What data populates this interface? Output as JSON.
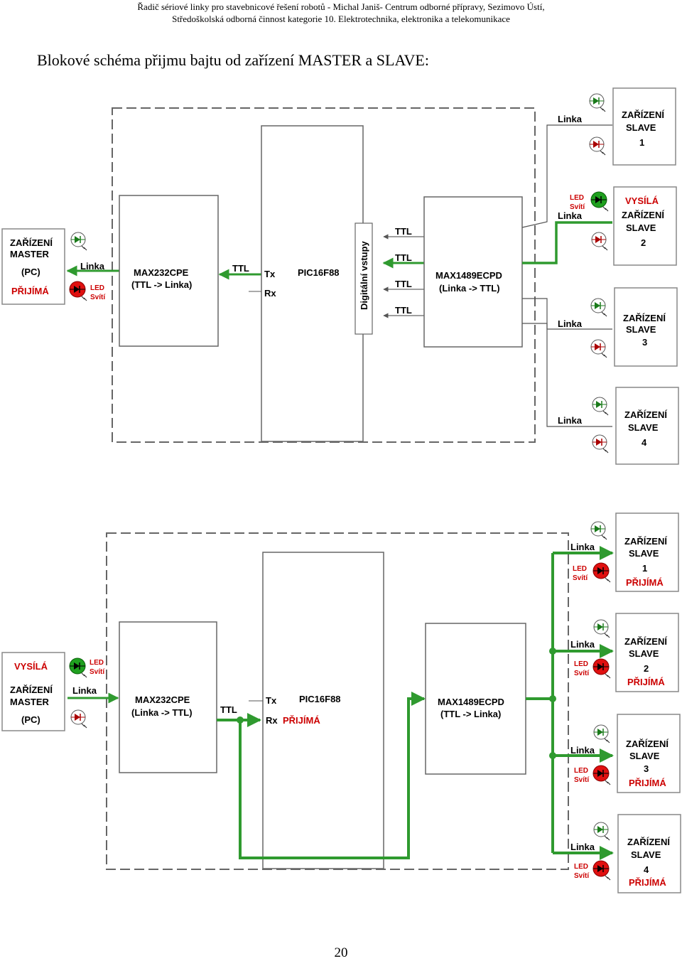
{
  "header": {
    "line1": "Řadič sériové linky pro stavebnicové řešení robotů - Michal Janiš- Centrum odborné přípravy, Sezimovo Ústí,",
    "line2": "Středoškolská odborná činnost kategorie 10. Elektrotechnika, elektronika a telekomunikace"
  },
  "title": "Blokové schéma přijmu bajtu od zařízení MASTER a SLAVE:",
  "page_number": "20",
  "colors": {
    "line": "#2f9a2f",
    "led_on_green": "#1fa01f",
    "led_on_red": "#e01010",
    "accent_text": "#cc0000"
  },
  "diagram1": {
    "master": {
      "l1": "ZAŘÍZENÍ",
      "l2": "MASTER",
      "l3": "(PC)",
      "status": "PŘIJÍMÁ"
    },
    "linka": "Linka",
    "led_label1": "LED",
    "led_label2": "Svítí",
    "max232": {
      "l1": "MAX232CPE",
      "l2": "(TTL -> Linka)"
    },
    "ttl": "TTL",
    "tx": "Tx",
    "rx": "Rx",
    "pic": "PIC16F88",
    "digital": "Digitální vstupy",
    "max1489": {
      "l1": "MAX1489ECPD",
      "l2": "(Linka -> TTL)"
    },
    "vysila": "VYSÍLÁ",
    "slaves": [
      {
        "l1": "ZAŘÍZENÍ",
        "l2": "SLAVE",
        "n": "1"
      },
      {
        "l1": "ZAŘÍZENÍ",
        "l2": "SLAVE",
        "n": "2"
      },
      {
        "l1": "ZAŘÍZENÍ",
        "l2": "SLAVE",
        "n": "3"
      },
      {
        "l1": "ZAŘÍZENÍ",
        "l2": "SLAVE",
        "n": "4"
      }
    ]
  },
  "diagram2": {
    "master": {
      "status": "VYSÍLÁ",
      "l1": "ZAŘÍZENÍ",
      "l2": "MASTER",
      "l3": "(PC)"
    },
    "linka": "Linka",
    "led_label1": "LED",
    "led_label2": "Svítí",
    "max232": {
      "l1": "MAX232CPE",
      "l2": "(Linka -> TTL)"
    },
    "ttl": "TTL",
    "tx": "Tx",
    "rx": "Rx",
    "prijima": "PŘIJÍMÁ",
    "pic": "PIC16F88",
    "max1489": {
      "l1": "MAX1489ECPD",
      "l2": "(TTL -> Linka)"
    },
    "slaves": [
      {
        "l1": "ZAŘÍZENÍ",
        "l2": "SLAVE",
        "n": "1",
        "status": "PŘIJÍMÁ"
      },
      {
        "l1": "ZAŘÍZENÍ",
        "l2": "SLAVE",
        "n": "2",
        "status": "PŘIJÍMÁ"
      },
      {
        "l1": "ZAŘÍZENÍ",
        "l2": "SLAVE",
        "n": "3",
        "status": "PŘIJÍMÁ"
      },
      {
        "l1": "ZAŘÍZENÍ",
        "l2": "SLAVE",
        "n": "4",
        "status": "PŘIJÍMÁ"
      }
    ]
  }
}
